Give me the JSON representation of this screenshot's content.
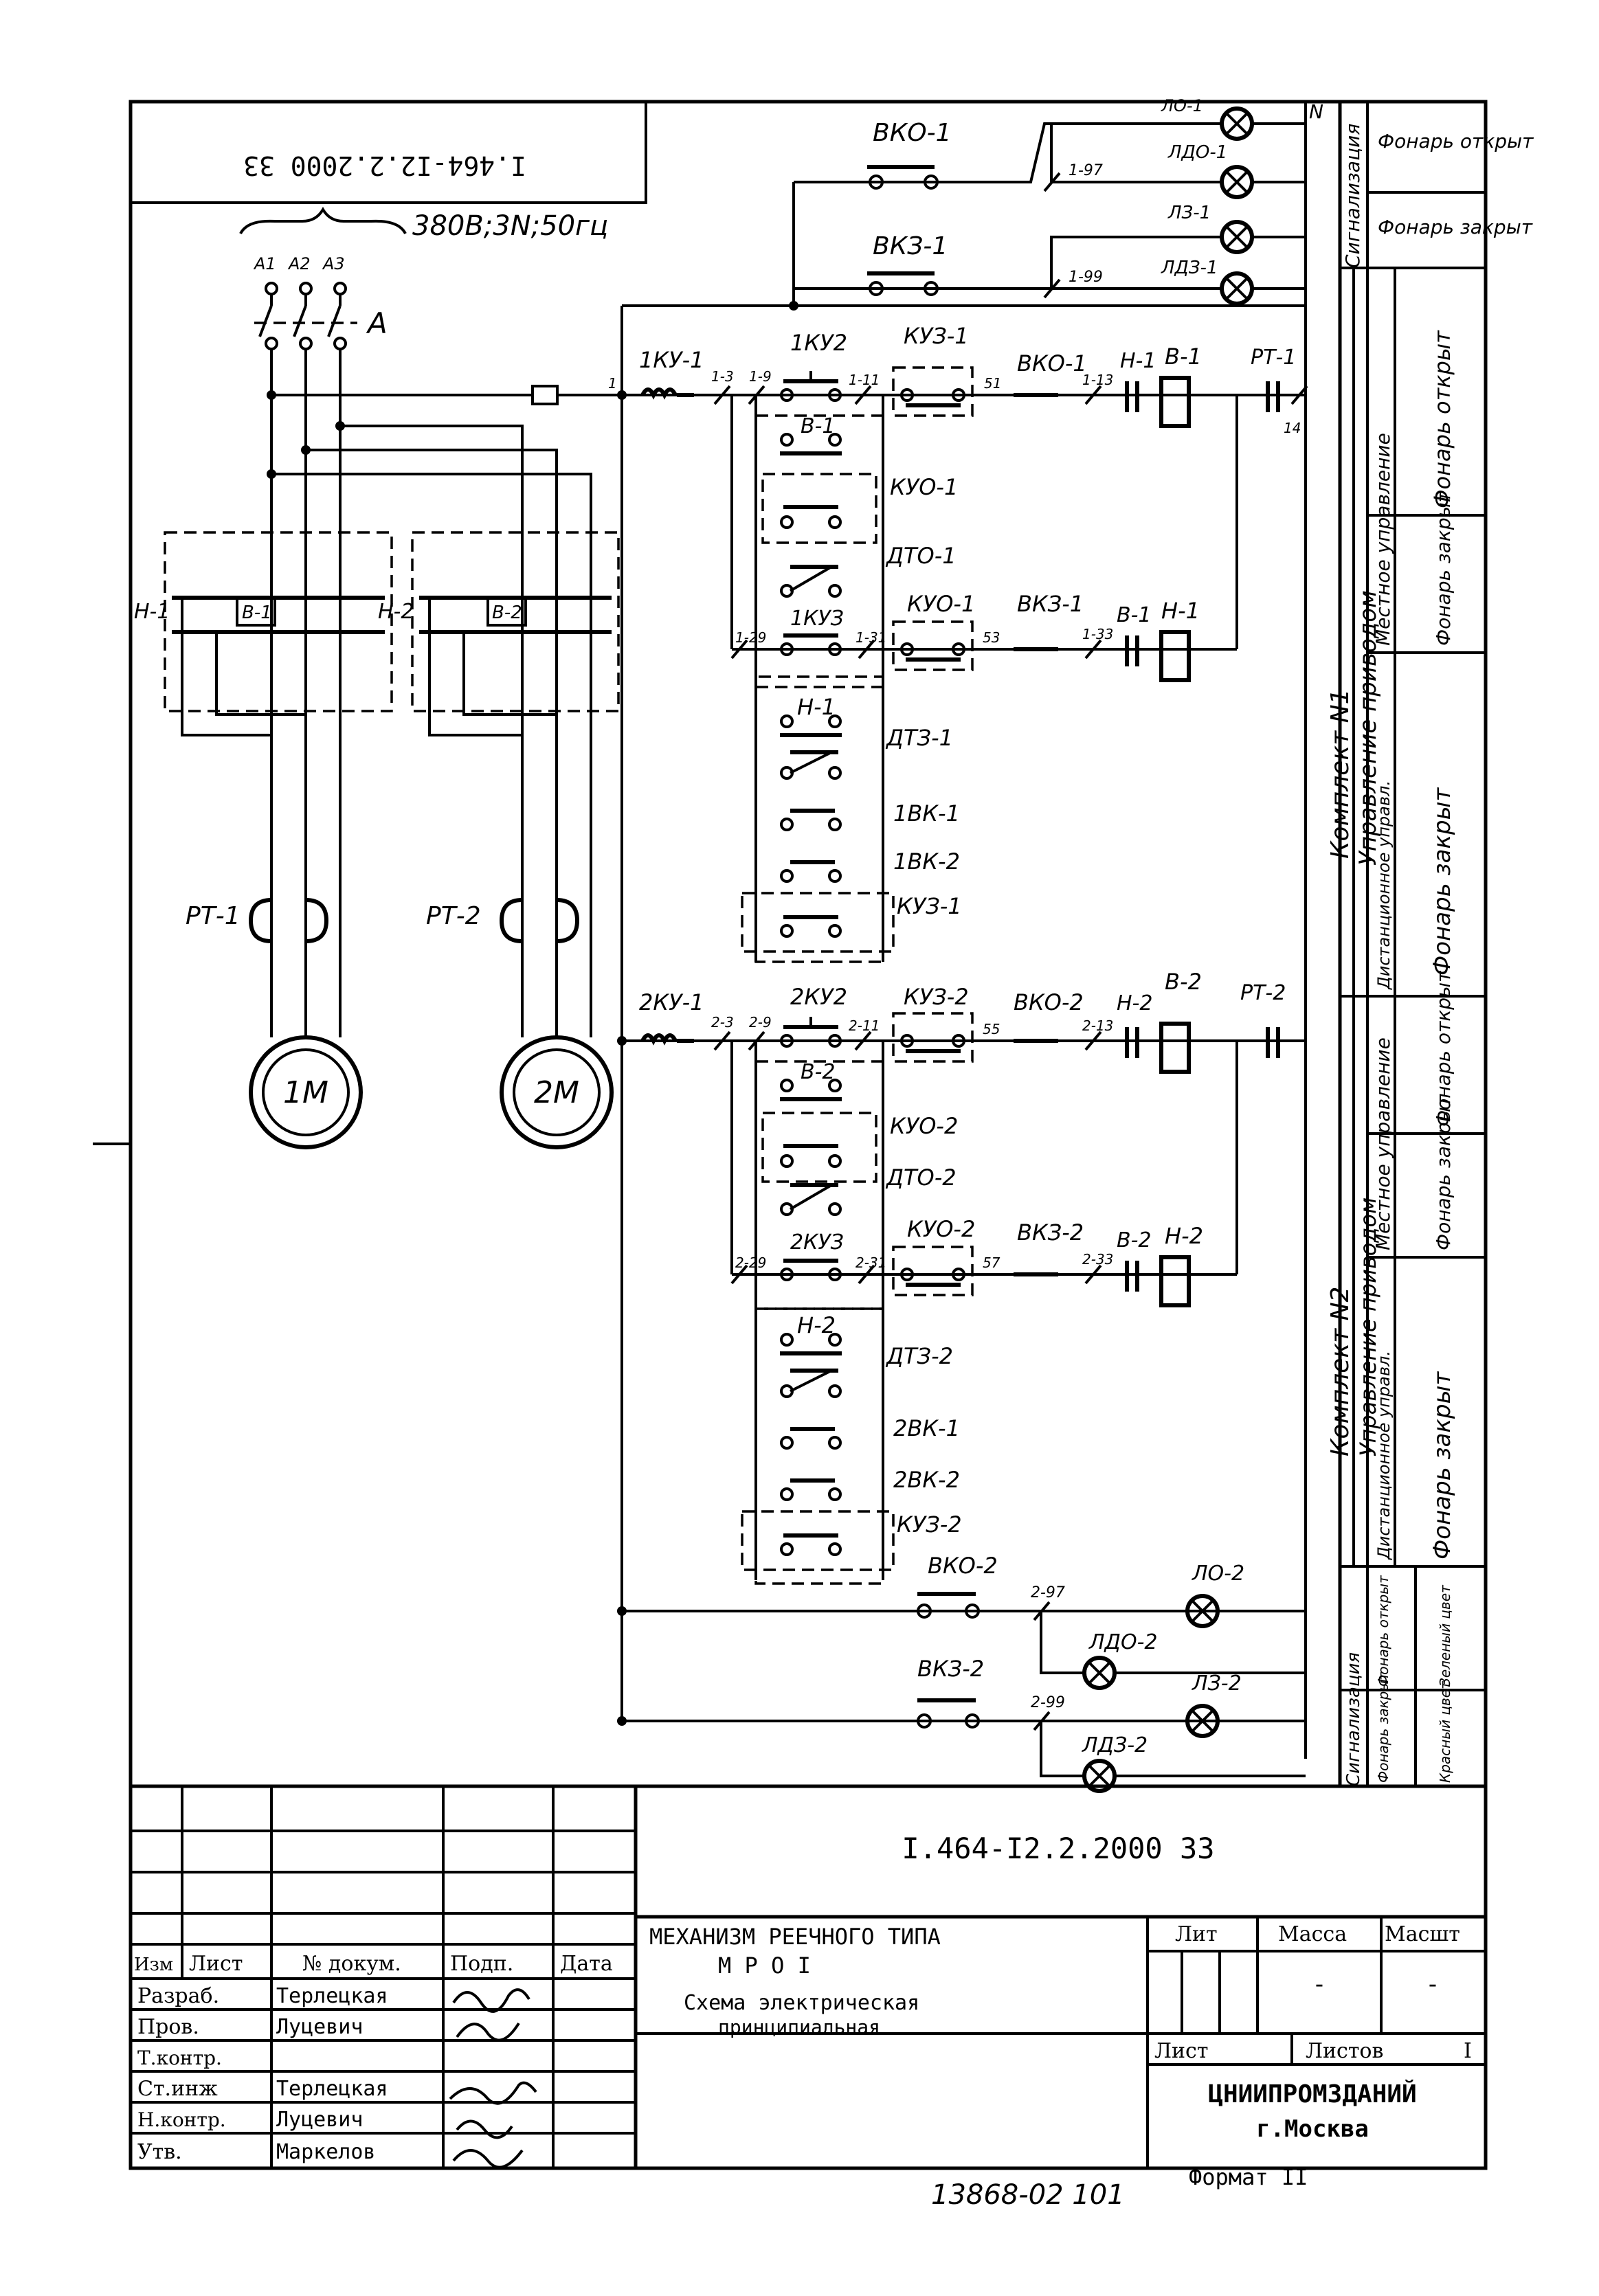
{
  "frame": {
    "doc_code_mirrored": "I.464-I2.2.2000 33",
    "supply_label": "380В;3N;50гц",
    "phases": [
      "A1",
      "A2",
      "A3"
    ],
    "breaker_label": "A",
    "n_label": "N"
  },
  "motor_section": {
    "contactors": [
      "Н-1",
      "В-1",
      "Н-2",
      "В-2"
    ],
    "relays": [
      "РТ-1",
      "РТ-2"
    ],
    "motors": [
      "1М",
      "2М"
    ]
  },
  "signal_top": {
    "switches": [
      "ВКО-1",
      "ВКЗ-1"
    ],
    "lamps": [
      "ЛО-1",
      "ЛДО-1",
      "ЛЗ-1",
      "ЛДЗ-1"
    ],
    "wires": [
      "1-97",
      "1-99"
    ]
  },
  "circuit1": {
    "contacts": [
      "1КУ-1",
      "1КУ2",
      "КУЗ-1",
      "ВКО-1",
      "Н-1",
      "В-1",
      "РТ-1",
      "В-1",
      "КУО-1",
      "ДТО-1",
      "1КУЗ",
      "КУО-1",
      "ВКЗ-1",
      "В-1",
      "Н-1",
      "Н-1",
      "ДТЗ-1",
      "1ВК-1",
      "1ВК-2",
      "КУЗ-1"
    ],
    "wires": [
      "1",
      "1-3",
      "1-9",
      "1-11",
      "51",
      "1-13",
      "1-29",
      "1-31",
      "53",
      "1-33",
      "14"
    ]
  },
  "circuit2": {
    "contacts": [
      "2КУ-1",
      "2КУ2",
      "КУЗ-2",
      "ВКО-2",
      "Н-2",
      "В-2",
      "РТ-2",
      "В-2",
      "КУО-2",
      "ДТО-2",
      "2КУЗ",
      "КУО-2",
      "ВКЗ-2",
      "В-2",
      "Н-2",
      "Н-2",
      "ДТЗ-2",
      "2ВК-1",
      "2ВК-2",
      "КУЗ-2"
    ],
    "wires": [
      "2-3",
      "2-9",
      "2-11",
      "55",
      "2-13",
      "2-29",
      "2-31",
      "57",
      "2-33"
    ]
  },
  "signal_bottom": {
    "switches": [
      "ВКО-2",
      "ВКЗ-2"
    ],
    "lamps": [
      "ЛО-2",
      "ЛДО-2",
      "ЛЗ-2",
      "ЛДЗ-2"
    ],
    "wires": [
      "2-97",
      "2-99"
    ]
  },
  "side_table": {
    "signalization_top": "Сигнализация",
    "lamp_open": "Фонарь открыт",
    "lamp_closed": "Фонарь закрыт",
    "kit1": "Комплект N1",
    "kit2": "Комплект N2",
    "drive_control": "Управление приводом",
    "local_control": "Местное управление",
    "remote_control": "Дистанционное управл.",
    "color_green": "Зеленый цвет",
    "color_red": "Красный цвет"
  },
  "title_block": {
    "doc_code": "I.464-I2.2.2000 33",
    "rev_headers": [
      "Изм",
      "Лист",
      "№ докум.",
      "Подп.",
      "Дата"
    ],
    "roles": [
      {
        "role": "Разраб.",
        "name": "Терлецкая"
      },
      {
        "role": "Пров.",
        "name": "Луцевич"
      },
      {
        "role": "Т.контр.",
        "name": ""
      },
      {
        "role": "Ст.инж",
        "name": "Терлецкая"
      },
      {
        "role": "Н.контр.",
        "name": "Луцевич"
      },
      {
        "role": "Утв.",
        "name": "Маркелов"
      }
    ],
    "title_line1": "МЕХАНИЗМ РЕЕЧНОГО ТИПА",
    "title_line2": "М Р О I",
    "subtitle_line1": "Схема электрическая",
    "subtitle_line2": "принципиальная",
    "lit_label": "Лит",
    "mass_label": "Масса",
    "scale_label": "Масшт",
    "mass_value": "-",
    "scale_value": "-",
    "sheet_label": "Лист",
    "sheets_label": "Листов",
    "sheets_value": "I",
    "org": "ЦНИИПРОМЗДАНИЙ",
    "city": "г.Москва",
    "format": "Формат II",
    "inv_number": "13868-02   101"
  }
}
